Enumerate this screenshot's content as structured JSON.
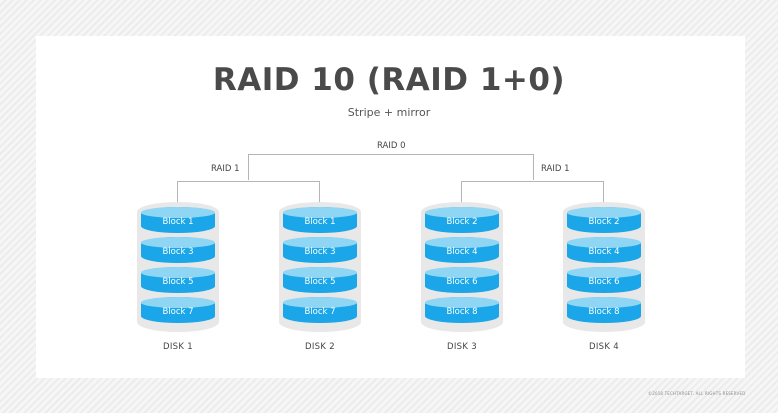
{
  "title": "RAID 10 (RAID 1+0)",
  "subtitle": "Stripe + mirror",
  "raid0_label": "RAID 0",
  "raid1_groups": [
    {
      "label": "RAID 1"
    },
    {
      "label": "RAID 1"
    }
  ],
  "disks": [
    {
      "name": "DISK 1",
      "blocks": [
        "Block 1",
        "Block 3",
        "Block 5",
        "Block 7"
      ]
    },
    {
      "name": "DISK 2",
      "blocks": [
        "Block 1",
        "Block 3",
        "Block 5",
        "Block 7"
      ]
    },
    {
      "name": "DISK 3",
      "blocks": [
        "Block 2",
        "Block 4",
        "Block 6",
        "Block 8"
      ]
    },
    {
      "name": "DISK 4",
      "blocks": [
        "Block 2",
        "Block 4",
        "Block 6",
        "Block 8"
      ]
    }
  ],
  "colors": {
    "block_side": "#1aa6e8",
    "block_top": "#8fd6f5",
    "disk_shell": "#e8e8e8",
    "connector_line": "#b5b5b5",
    "title_text": "#4a4a4a"
  },
  "copyright": "©2018 TECHTARGET. ALL RIGHTS RESERVED"
}
